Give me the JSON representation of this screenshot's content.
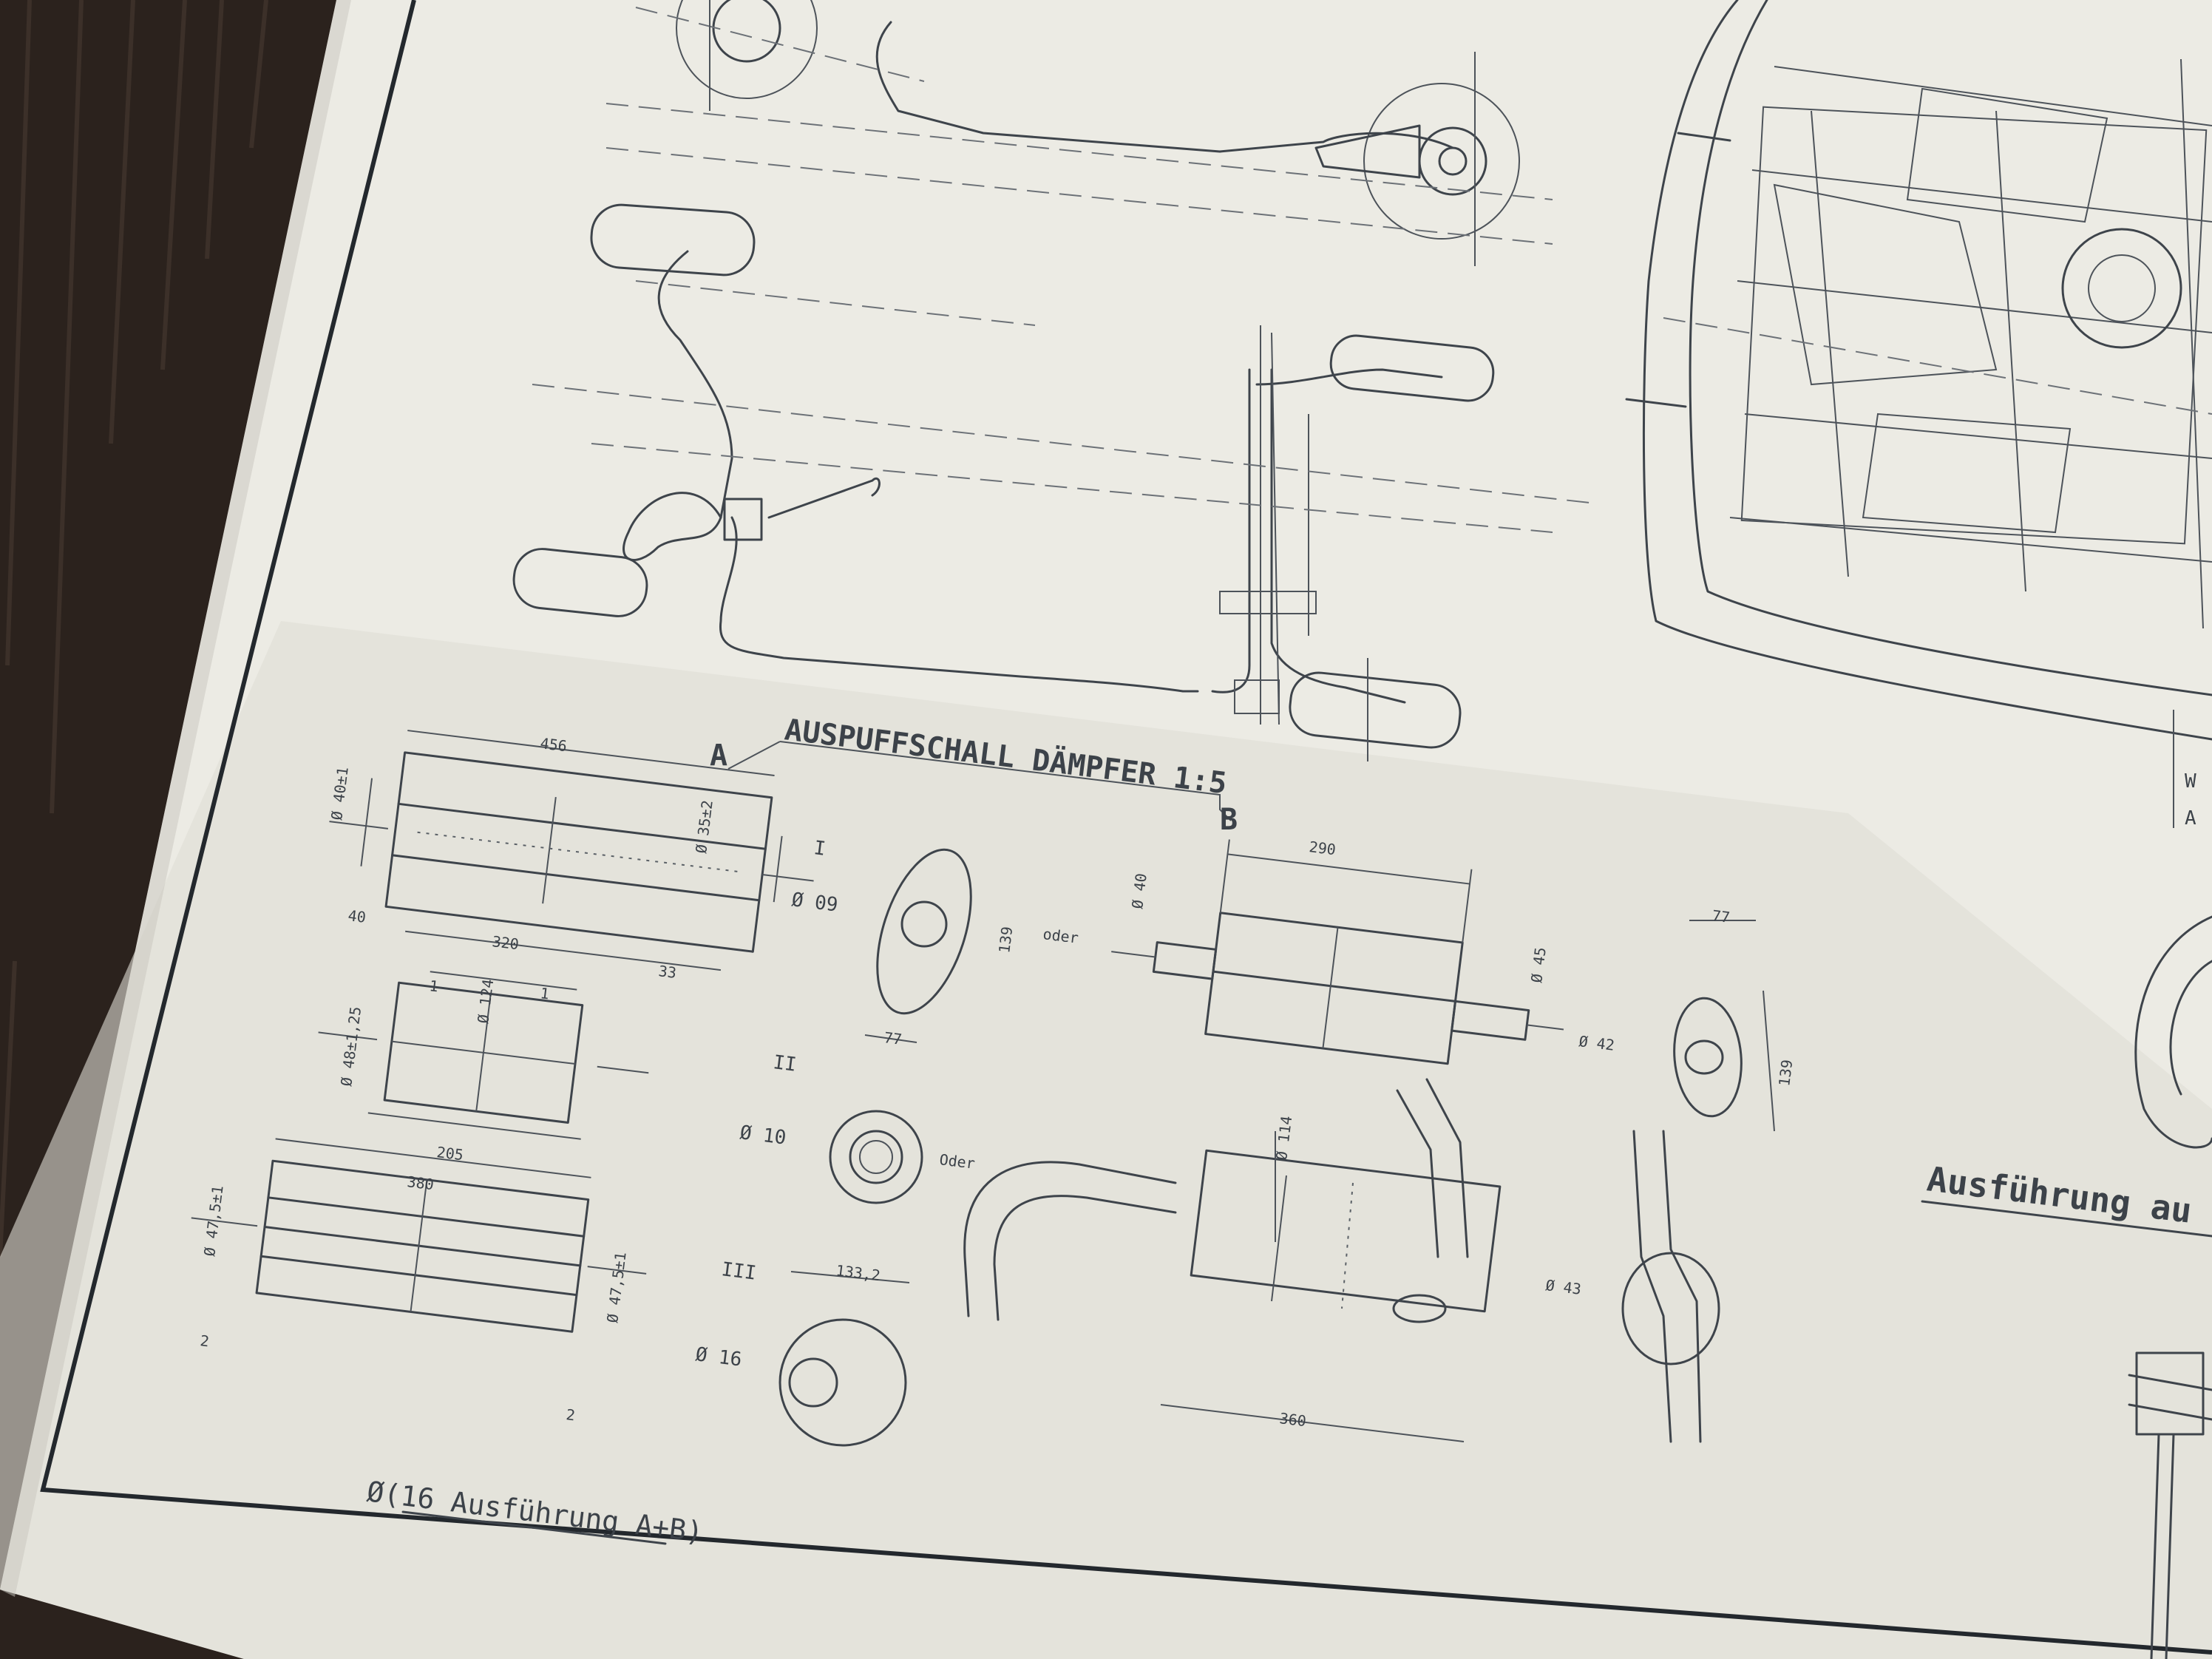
{
  "drawing": {
    "title": "AUSPUFFSCHALL DÄMPFER 1:5",
    "view_a": "A",
    "view_b": "B",
    "variant_1": "I",
    "variant_2": "II",
    "variant_3": "III",
    "oder_1": "oder",
    "oder_2": "Oder",
    "caption_bottom": "Ø(16 Ausführung A+B)",
    "caption_right": "Ausführung au",
    "corner_text_1": "W",
    "corner_text_2": "A",
    "dimensions": {
      "d456": "456",
      "d320": "320",
      "d40": "40",
      "d33": "33",
      "d125": "Ø 48±1,25",
      "d124": "Ø 124",
      "d205": "205",
      "d380": "380",
      "d475a": "Ø 47,5±1",
      "d475b": "Ø 47,5±1",
      "d2a": "2",
      "d2b": "2",
      "d1a": "1",
      "d1b": "1",
      "d403": "Ø 40±1",
      "d35": "Ø 35±2",
      "d290": "290",
      "dB40": "Ø 40",
      "d45": "Ø 45",
      "d42": "Ø 42",
      "d77a": "77",
      "d77b": "77",
      "d139a": "139",
      "d139b": "139",
      "d09": "Ø 09",
      "d10": "Ø 10",
      "d16": "Ø 16",
      "d43": "Ø 43",
      "d114": "Ø 114",
      "d133": "133,2",
      "d360": "360"
    }
  }
}
